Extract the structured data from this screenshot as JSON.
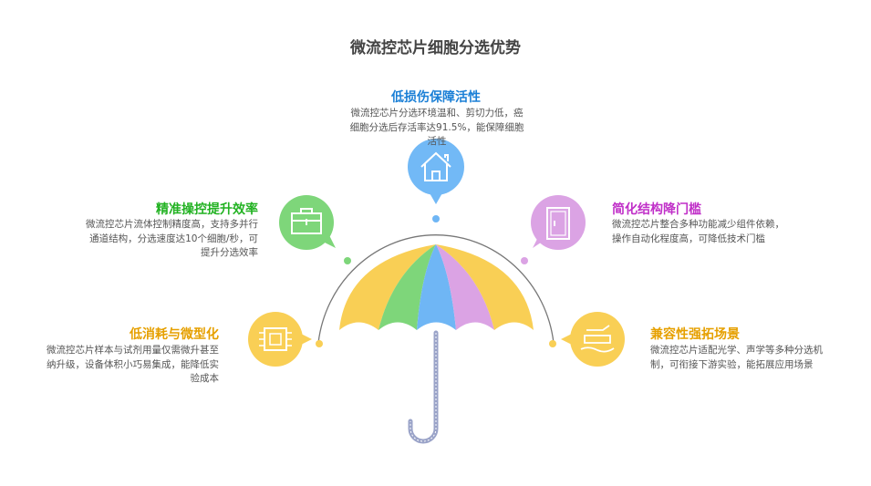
{
  "title": "微流控芯片细胞分选优势",
  "items": [
    {
      "title": "低损伤保障活性",
      "desc": "微流控芯片分选环境温和、剪切力低，癌细胞分选后存活率达91.5%，能保障细胞活性",
      "color": "#1a7fd6",
      "icon": "house-icon"
    },
    {
      "title": "精准操控提升效率",
      "desc": "微流控芯片流体控制精度高，支持多并行通道结构，分选速度达10个细胞/秒，可提升分选效率",
      "color": "#22b222",
      "icon": "briefcase-icon"
    },
    {
      "title": "简化结构降门槛",
      "desc": "微流控芯片整合多种功能减少组件依赖，操作自动化程度高，可降低技术门槛",
      "color": "#c030c8",
      "icon": "door-icon"
    },
    {
      "title": "低消耗与微型化",
      "desc": "微流控芯片样本与试剂用量仅需微升甚至纳升级，设备体积小巧易集成，能降低实验成本",
      "color": "#e6a000",
      "icon": "chip-icon"
    },
    {
      "title": "兼容性强拓场景",
      "desc": "微流控芯片适配光学、声学等多种分选机制，可衔接下游实验，能拓展应用场景",
      "color": "#e6a000",
      "icon": "tank-icon"
    }
  ]
}
